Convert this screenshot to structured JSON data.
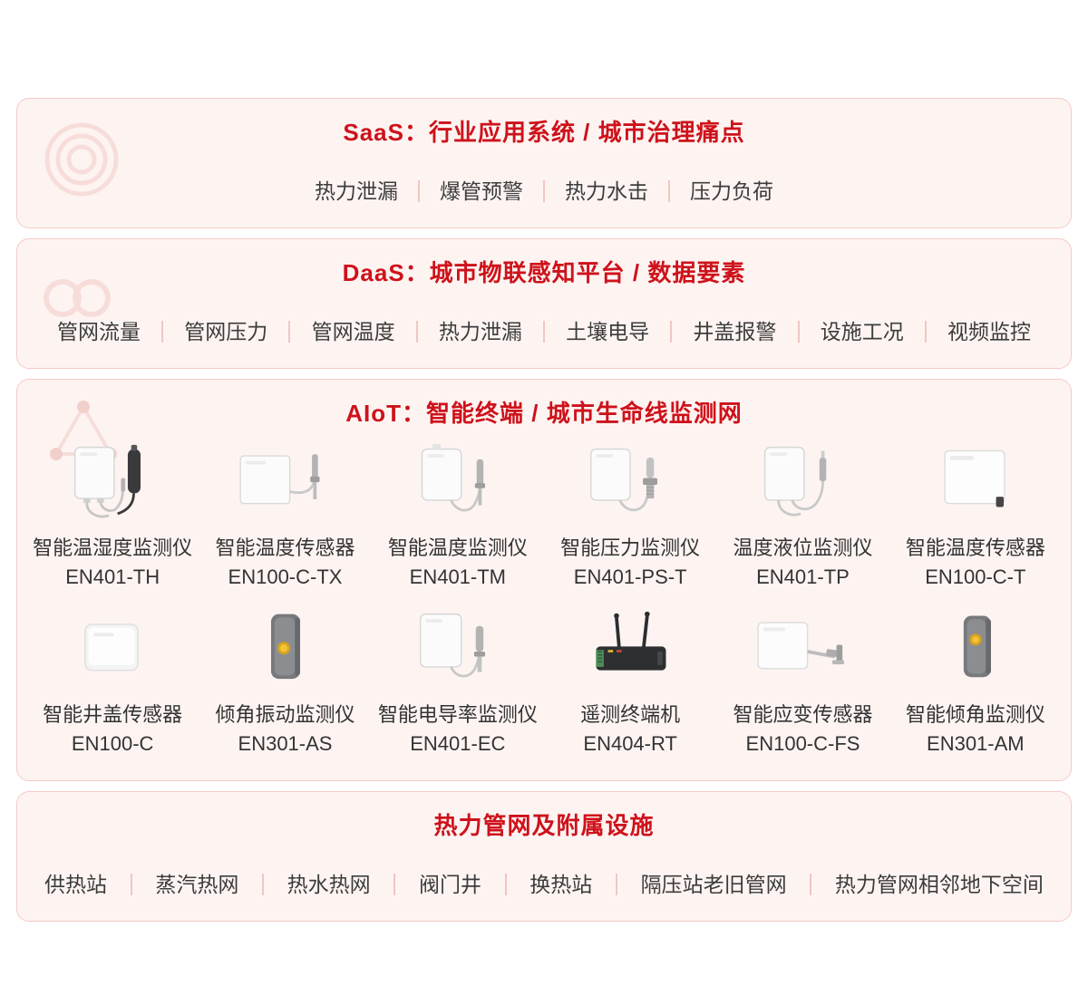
{
  "colors": {
    "accent": "#CE121B",
    "band-bg": "#FDF4F2",
    "band-border": "#F4CAC6",
    "item-text": "#3C3C3C",
    "separator": "#F0C6C3"
  },
  "saas": {
    "title": "SaaS：行业应用系统 / 城市治理痛点",
    "items": [
      "热力泄漏",
      "爆管预警",
      "热力水击",
      "压力负荷"
    ]
  },
  "daas": {
    "title": "DaaS：城市物联感知平台 / 数据要素",
    "items": [
      "管网流量",
      "管网压力",
      "管网温度",
      "热力泄漏",
      "土壤电导",
      "井盖报警",
      "设施工况",
      "视频监控"
    ]
  },
  "aiot": {
    "title": "AIoT：智能终端 / 城市生命线监测网",
    "products": [
      {
        "name": "智能温湿度监测仪",
        "model": "EN401-TH",
        "icon": "temp-humidity-monitor-icon"
      },
      {
        "name": "智能温度传感器",
        "model": "EN100-C-TX",
        "icon": "temp-sensor-tx-icon"
      },
      {
        "name": "智能温度监测仪",
        "model": "EN401-TM",
        "icon": "temp-monitor-icon"
      },
      {
        "name": "智能压力监测仪",
        "model": "EN401-PS-T",
        "icon": "pressure-monitor-icon"
      },
      {
        "name": "温度液位监测仪",
        "model": "EN401-TP",
        "icon": "temp-level-monitor-icon"
      },
      {
        "name": "智能温度传感器",
        "model": "EN100-C-T",
        "icon": "temp-sensor-t-icon"
      },
      {
        "name": "智能井盖传感器",
        "model": "EN100-C",
        "icon": "manhole-sensor-icon"
      },
      {
        "name": "倾角振动监测仪",
        "model": "EN301-AS",
        "icon": "tilt-vibration-monitor-icon"
      },
      {
        "name": "智能电导率监测仪",
        "model": "EN401-EC",
        "icon": "conductivity-monitor-icon"
      },
      {
        "name": "遥测终端机",
        "model": "EN404-RT",
        "icon": "telemetry-terminal-icon"
      },
      {
        "name": "智能应变传感器",
        "model": "EN100-C-FS",
        "icon": "strain-sensor-icon"
      },
      {
        "name": "智能倾角监测仪",
        "model": "EN301-AM",
        "icon": "tilt-monitor-icon"
      }
    ]
  },
  "infra": {
    "title": "热力管网及附属设施",
    "items": [
      "供热站",
      "蒸汽热网",
      "热水热网",
      "阀门井",
      "换热站",
      "隔压站老旧管网",
      "热力管网相邻地下空间"
    ]
  }
}
